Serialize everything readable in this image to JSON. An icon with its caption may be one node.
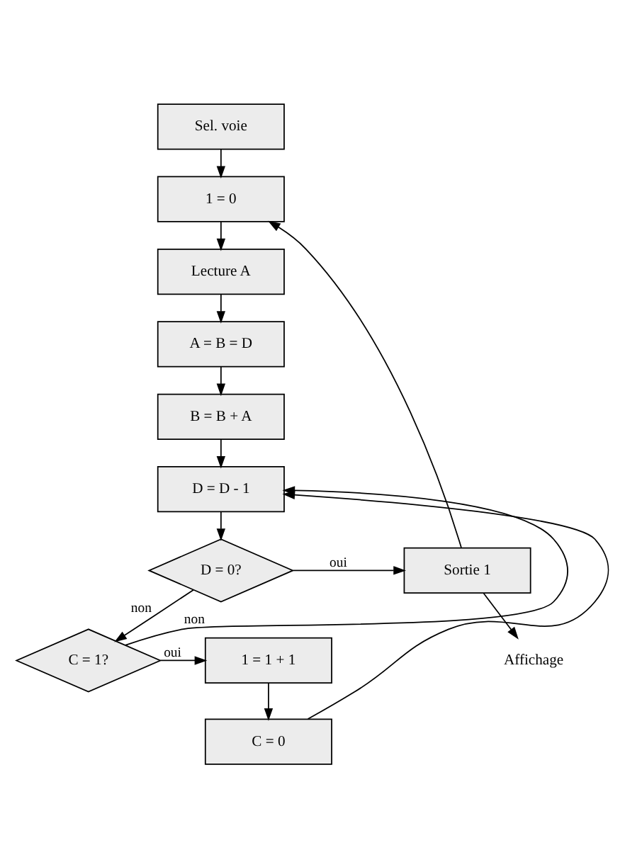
{
  "diagram": {
    "nodes": [
      {
        "text": [
          "Sel. voie"
        ]
      },
      {
        "text": [
          "1 = 0"
        ]
      },
      {
        "text": [
          "Lecture A"
        ]
      },
      {
        "text": [
          "A = B = D"
        ]
      },
      {
        "text": [
          "B = B + A"
        ]
      },
      {
        "text": [
          "D = D - 1"
        ]
      },
      {
        "text": [
          "D = 0?"
        ]
      },
      {
        "text": [
          "Sortie 1"
        ]
      },
      {
        "text": [
          "C = 1?"
        ]
      },
      {
        "text": [
          "1 = 1 + 1"
        ]
      },
      {
        "text": [
          "C = 0"
        ]
      },
      {
        "text": [
          "Affichage"
        ]
      }
    ],
    "edges": [
      {
        "from": 0,
        "to": 1,
        "arrow": "to"
      },
      {
        "from": 1,
        "to": 2,
        "arrow": "to"
      },
      {
        "from": 2,
        "to": 3,
        "arrow": "to"
      },
      {
        "from": 3,
        "to": 4,
        "arrow": "to"
      },
      {
        "from": 4,
        "to": 5,
        "arrow": "to"
      },
      {
        "from": 5,
        "to": 6,
        "arrow": "to"
      },
      {
        "from": 6,
        "to": 7,
        "label": "oui",
        "arrow": "to"
      },
      {
        "from": 6,
        "to": 8,
        "label": "non",
        "arrow": "to"
      },
      {
        "from": 8,
        "to": 9,
        "label": "oui",
        "arrow": "to"
      },
      {
        "from": 8,
        "to": 5,
        "label": "non",
        "arrow": "to"
      },
      {
        "from": 9,
        "to": 10,
        "arrow": "to"
      },
      {
        "from": 10,
        "to": 5,
        "arrow": "to"
      },
      {
        "from": 7,
        "to": 1,
        "arrow": "to"
      },
      {
        "from": 7,
        "to": 11,
        "arrow": "to"
      }
    ]
  }
}
